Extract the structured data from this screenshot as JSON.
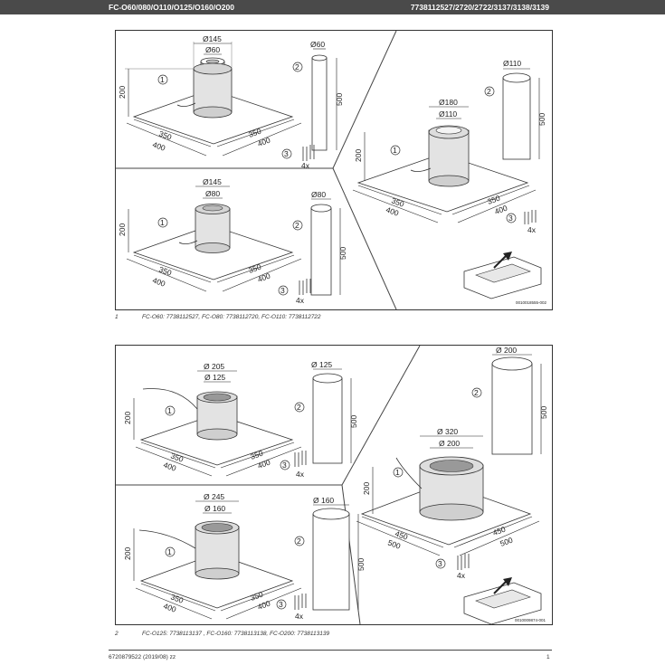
{
  "header": {
    "left": "FC-O60/080/O110/O125/O160/O200",
    "right": "7738112527/2720/2722/3137/3138/3139"
  },
  "figure1": {
    "docnum": "0010018555-002",
    "caption_num": "1",
    "caption": "FC-O60: 7738112527, FC-O80: 7738112720, FC-O110: 7738112722",
    "d1": {
      "top_dia": "Ø145",
      "inner_dia": "Ø60",
      "height": "200",
      "call1": "1",
      "w1": "350",
      "w2": "400",
      "w3": "350",
      "w4": "400",
      "pipe_dia": "Ø60",
      "pipe_len": "500",
      "call2": "2",
      "call3": "3",
      "qty": "4x"
    },
    "d2": {
      "top_dia": "Ø145",
      "inner_dia": "Ø80",
      "height": "200",
      "call1": "1",
      "w1": "350",
      "w2": "400",
      "w3": "350",
      "w4": "400",
      "pipe_dia": "Ø80",
      "pipe_len": "500",
      "call2": "2",
      "call3": "3",
      "qty": "4x"
    },
    "d3": {
      "top_dia": "Ø180",
      "inner_dia": "Ø110",
      "height": "200",
      "call1": "1",
      "w1": "350",
      "w2": "400",
      "w3": "350",
      "w4": "400",
      "pipe_dia": "Ø110",
      "pipe_len": "500",
      "call2": "2",
      "call3": "3",
      "qty": "4x"
    }
  },
  "figure2": {
    "docnum": "0010009874-001",
    "caption_num": "2",
    "caption": "FC-O125: 7738113137 , FC-O160: 7738113138, FC-O200: 7738113139",
    "d1": {
      "top_dia": "Ø 205",
      "inner_dia": "Ø 125",
      "height": "200",
      "call1": "1",
      "w1": "350",
      "w2": "400",
      "w3": "350",
      "w4": "400",
      "pipe_dia": "Ø 125",
      "pipe_len": "500",
      "call2": "2",
      "call3": "3",
      "qty": "4x"
    },
    "d2": {
      "top_dia": "Ø 245",
      "inner_dia": "Ø 160",
      "height": "200",
      "call1": "1",
      "w1": "350",
      "w2": "400",
      "w3": "350",
      "w4": "400",
      "pipe_dia": "Ø 160",
      "pipe_len": "500",
      "call2": "2",
      "call3": "3",
      "qty": "4x"
    },
    "d3": {
      "top_dia": "Ø 320",
      "inner_dia": "Ø 200",
      "height": "200",
      "call1": "1",
      "w1": "450",
      "w2": "500",
      "w3": "450",
      "w4": "500",
      "pipe_dia": "Ø 200",
      "pipe_len": "500",
      "call2": "2",
      "call3": "3",
      "qty": "4x"
    }
  },
  "footer": {
    "left": "6720879522 (2019/08) zz",
    "right": "1"
  }
}
